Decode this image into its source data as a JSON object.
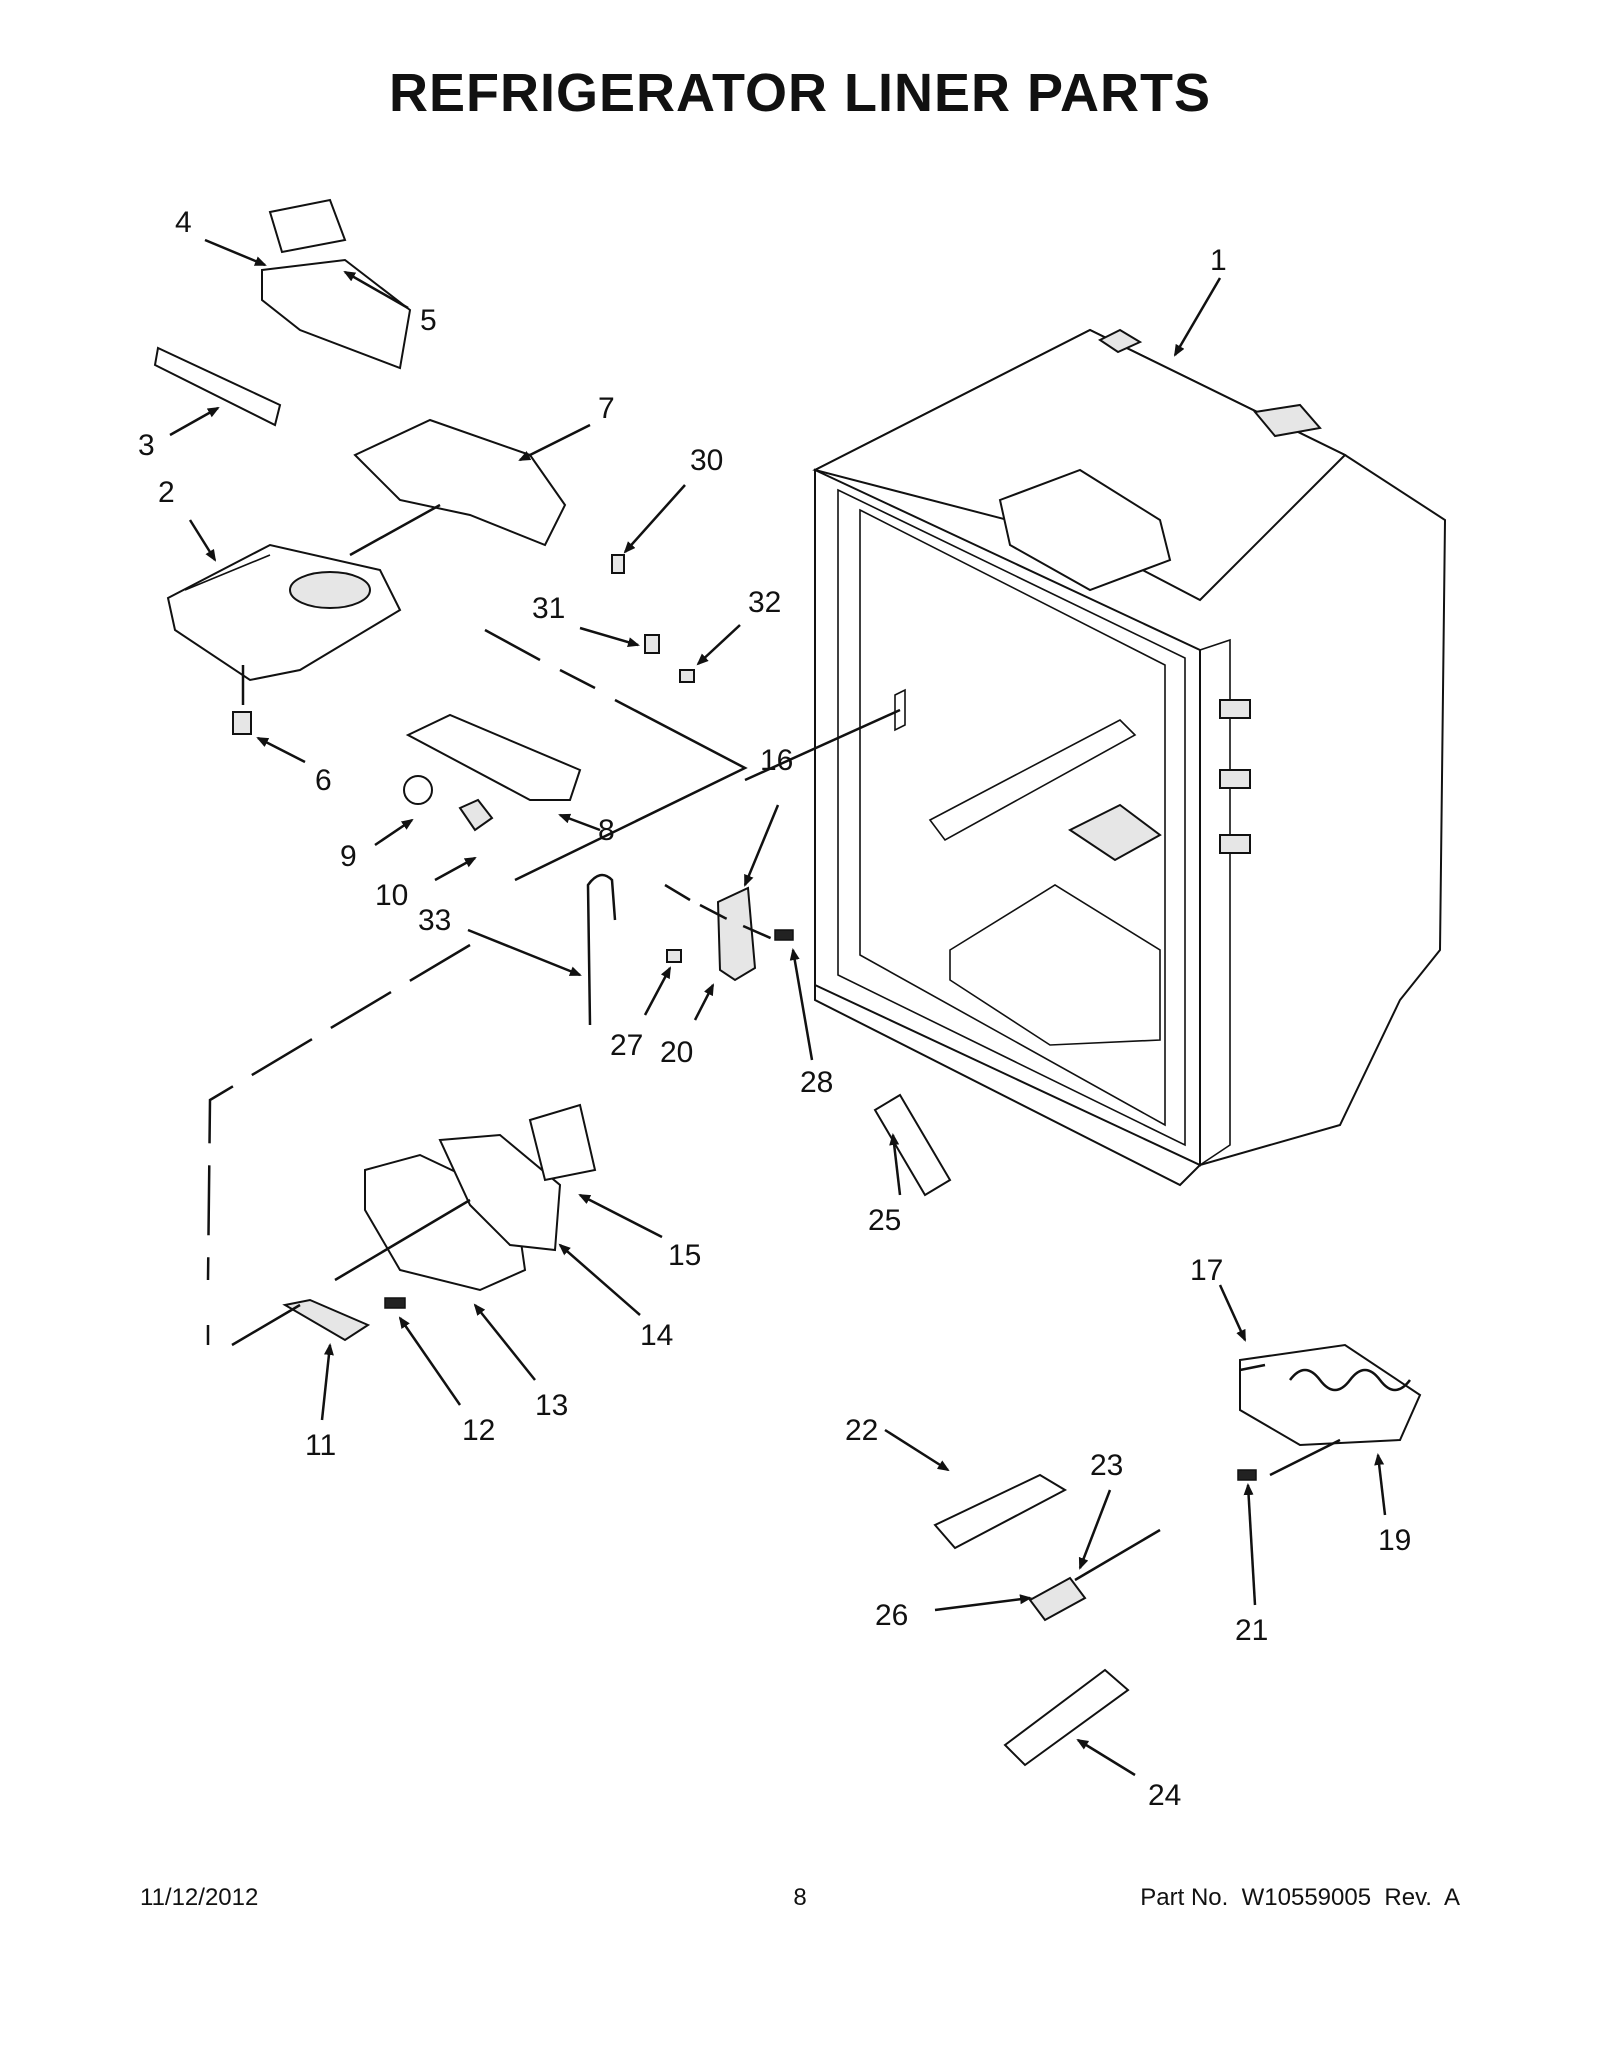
{
  "title": "REFRIGERATOR LINER PARTS",
  "footer": {
    "date": "11/12/2012",
    "page": "8",
    "part_no": "Part No.  W10559005  Rev.  A"
  },
  "callouts": [
    "1",
    "2",
    "3",
    "4",
    "5",
    "6",
    "7",
    "8",
    "9",
    "10",
    "11",
    "12",
    "13",
    "14",
    "15",
    "16",
    "17",
    "19",
    "20",
    "21",
    "22",
    "23",
    "24",
    "25",
    "26",
    "27",
    "28",
    "30",
    "31",
    "32",
    "33"
  ]
}
